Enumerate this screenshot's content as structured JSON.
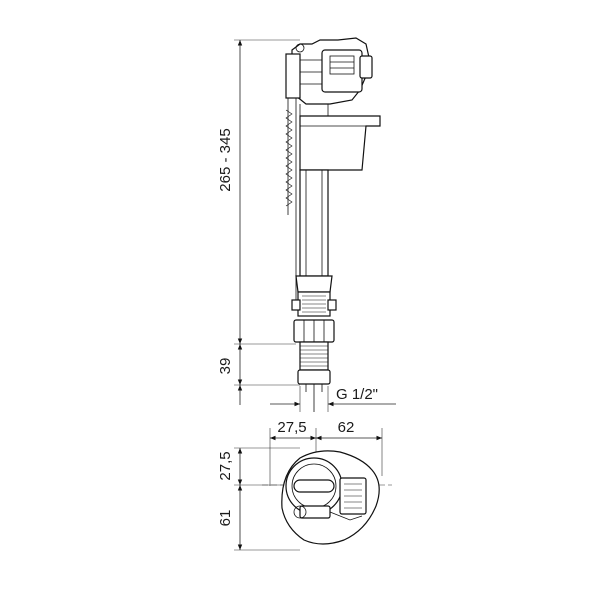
{
  "dimensions": {
    "total_height": "265 - 345",
    "thread_height": "39",
    "thread_size": "G 1/2\"",
    "plan_offset": "27,5",
    "plan_width": "62",
    "plan_depth_top": "27,5",
    "plan_depth_bottom": "61"
  }
}
